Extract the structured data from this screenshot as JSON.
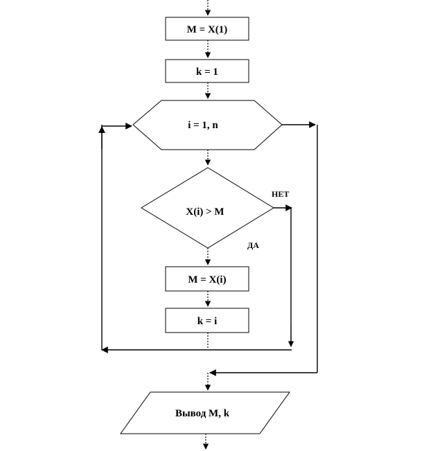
{
  "flowchart": {
    "step_init_max": "M = X(1)",
    "step_init_index": "k = 1",
    "loop": "i = 1, n",
    "condition": "X(i) > M",
    "branch_no": "НЕТ",
    "branch_yes": "ДА",
    "step_update_max": "M = X(i)",
    "step_update_index": "k = i",
    "output": "Вывод M, k"
  }
}
